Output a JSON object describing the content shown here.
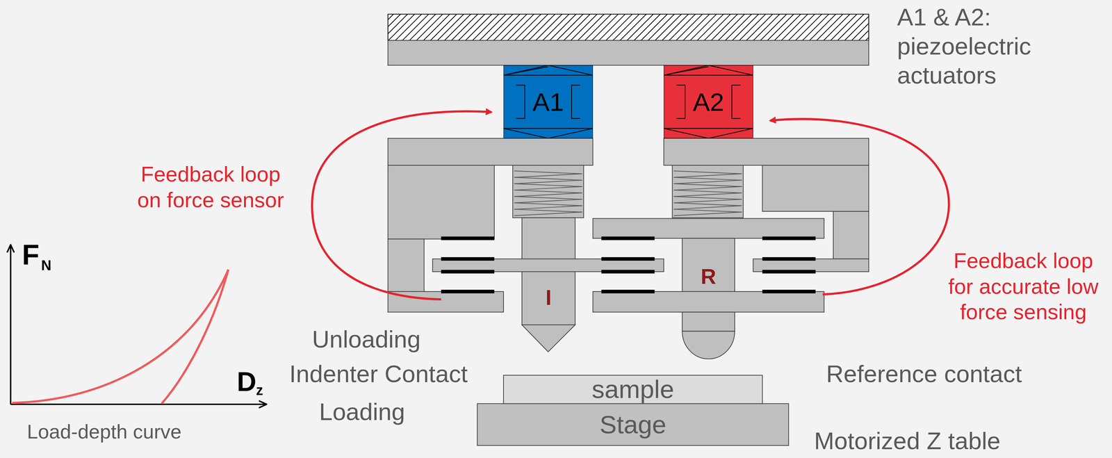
{
  "diagram": {
    "nodes": [
      {
        "text": [
          "A1"
        ]
      },
      {
        "text": [
          "A2"
        ]
      },
      {
        "text": [
          "I"
        ]
      },
      {
        "text": [
          "R"
        ]
      },
      {
        "text": [
          "sample"
        ]
      },
      {
        "text": [
          "Stage"
        ]
      }
    ],
    "labels": [
      "A1 & A2: piezoelectric actuators",
      "Feedback loop on force sensor",
      "Feedback loop for accurate low force sensing",
      "F",
      "N",
      "D",
      "z",
      "Unloading",
      "Indenter Contact",
      "Loading",
      "Reference contact",
      "Motorized Z table",
      "Load-depth curve"
    ]
  }
}
